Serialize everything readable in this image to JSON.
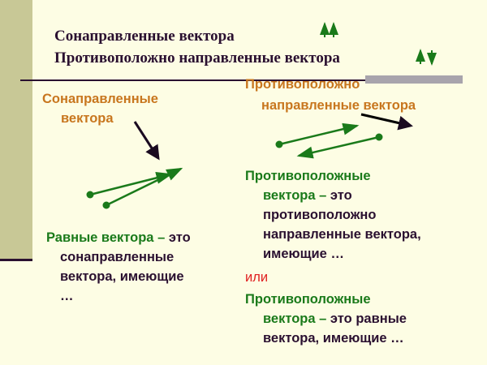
{
  "title": {
    "line1": "Сонаправленные вектора",
    "line2": "Противоположно направленные вектора",
    "icon1": "codirected-arrows-icon",
    "icon2": "opposite-arrows-icon"
  },
  "left": {
    "heading": [
      "Сонаправленные",
      "вектора"
    ],
    "def_term": "Равные вектора –",
    "def_rest": " это",
    "def_lines": [
      "сонаправленные",
      "вектора, имеющие",
      "…"
    ]
  },
  "right": {
    "heading": [
      "Противоположно",
      "направленные вектора"
    ],
    "def1_term": [
      "Противоположные",
      "вектора –"
    ],
    "def1_rest": " это",
    "def1_lines": [
      "противоположно",
      "направленные вектора,",
      "имеющие …"
    ],
    "or": "или",
    "def2_term": [
      "Противоположные",
      "вектора –"
    ],
    "def2_rest": " это равные",
    "def2_lines": [
      "вектора, имеющие …"
    ]
  },
  "colors": {
    "background": "#fdfde4",
    "sidebar": "#c8c896",
    "heading": "#c8761e",
    "term": "#1a7a1a",
    "text": "#2a1030",
    "or": "#e02020"
  }
}
